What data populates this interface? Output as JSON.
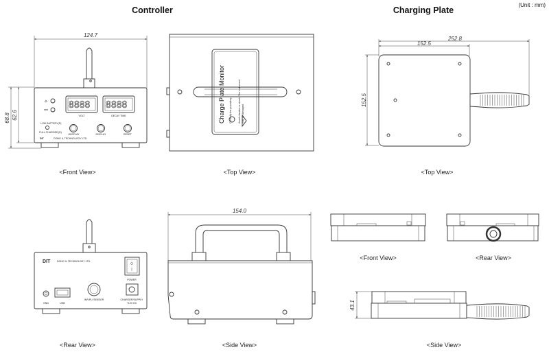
{
  "titles": {
    "controller": "Controller",
    "charging_plate": "Charging Plate",
    "unit": "(Unit : mm)"
  },
  "controller": {
    "front_view": {
      "caption": "<Front View>",
      "dims": {
        "width": "124.7",
        "height_total": "68.8",
        "height_body": "62.6"
      },
      "displays": [
        {
          "digits": "8888",
          "label": "VOLT"
        },
        {
          "digits": "8888",
          "label": "DECAY TIME"
        }
      ],
      "indicator_labels": [
        "LOW BATTERY(R)",
        "FULL CHARGED(G)"
      ],
      "button_labels": [
        "+DISPLAY",
        "DISPLAY",
        "RESET"
      ],
      "logo": "DIT",
      "maker": "DONG IL TECHNOLOGY LTD."
    },
    "top_view": {
      "caption": "<Top View>",
      "label_title": "Charge Plate Monitor",
      "label_lines": [
        "Correctly the grounding.",
        "Avoid vibration or shock. The instrument",
        "may be damaged."
      ]
    },
    "rear_view": {
      "caption": "<Rear View>",
      "logo": "DIT",
      "maker": "DONG IL TECHNOLOGY LTD.",
      "ports": [
        "GND",
        "USB",
        "IN/VPL/ SENSOR",
        "POWER",
        "CHARGER/SUPPLY",
        "+12V DC"
      ]
    },
    "side_view": {
      "caption": "<Side View>",
      "dims": {
        "length": "154.0"
      }
    }
  },
  "charging_plate": {
    "top_view": {
      "caption": "<Top View>",
      "dims": {
        "overall_length": "252.8",
        "plate_width": "152.5",
        "plate_depth": "152.5"
      }
    },
    "front_view": {
      "caption": "<Front View>"
    },
    "rear_view": {
      "caption": "<Rear View>"
    },
    "side_view": {
      "caption": "<Side View>",
      "dims": {
        "height": "43.1"
      }
    }
  },
  "colors": {
    "line": "#333333",
    "background": "#ffffff"
  }
}
